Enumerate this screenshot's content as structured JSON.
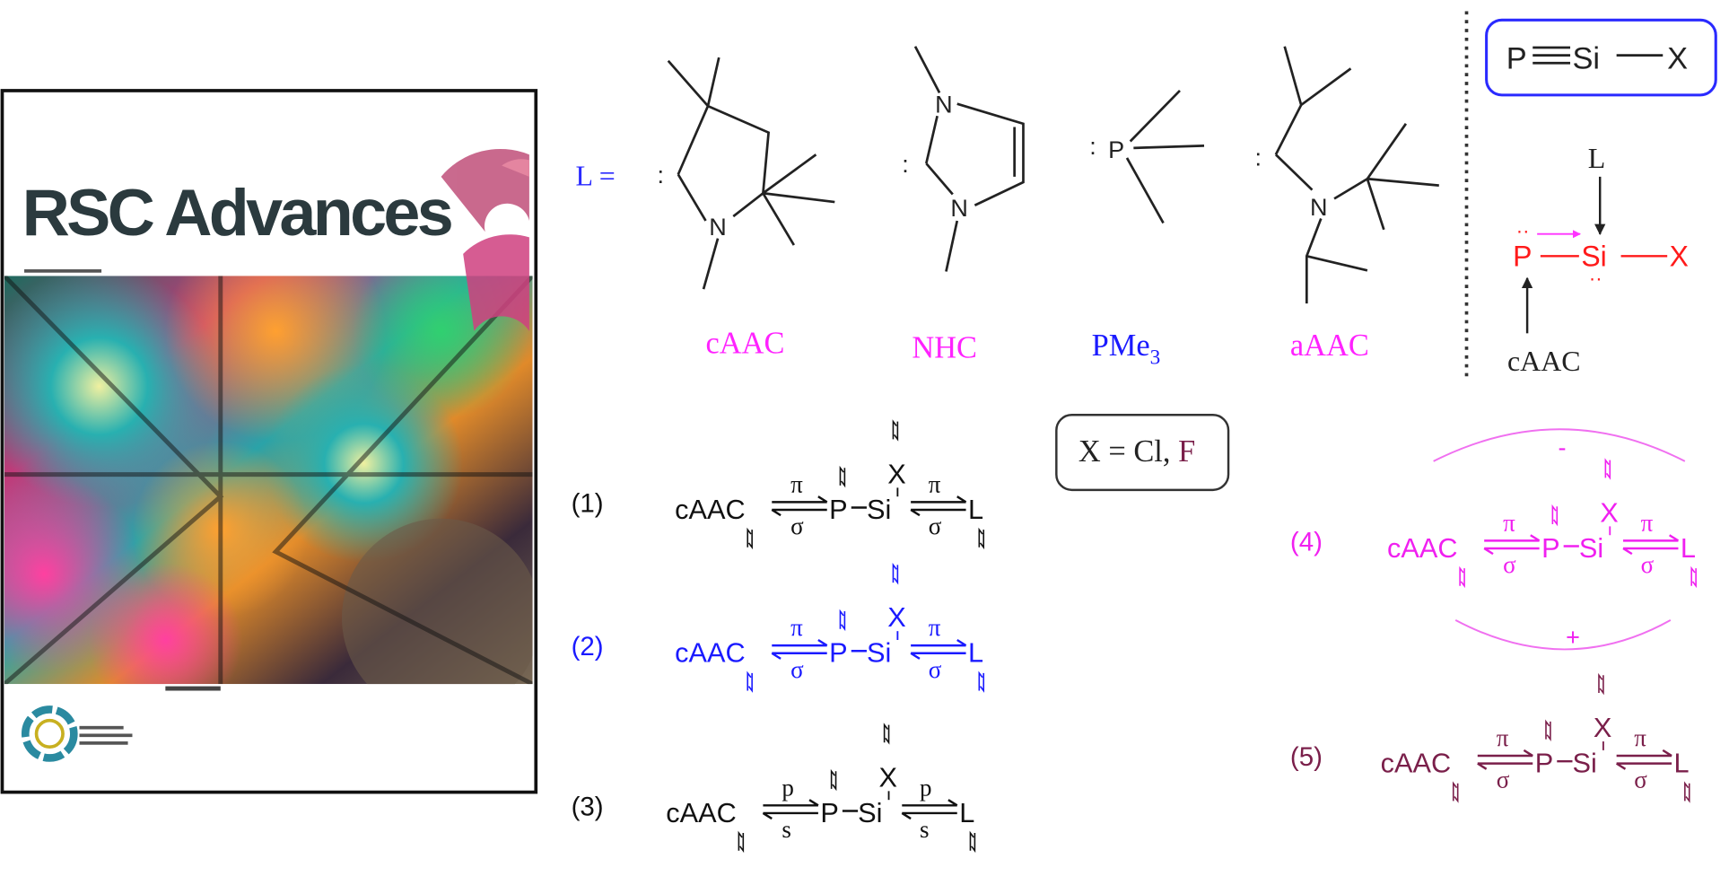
{
  "cover": {
    "journal_title": "RSC Advances",
    "accent_color": "#c2185b",
    "title_color": "#2b3a3e"
  },
  "ligands": {
    "label": "L =",
    "items": [
      {
        "name": "cAAC",
        "color": "#ff22ff"
      },
      {
        "name": "NHC",
        "color": "#ff22ff"
      },
      {
        "name": "PMe",
        "sub": "3",
        "color": "#1a1aff"
      },
      {
        "name": "aAAC",
        "color": "#ff22ff"
      }
    ]
  },
  "silylyne_box": {
    "p": "P",
    "si": "Si",
    "x": "X",
    "border_color": "#2a2aff"
  },
  "donor_model": {
    "l": "L",
    "p": "P",
    "si": "Si",
    "x": "X",
    "donor": "cAAC",
    "color": "#ff1a1a"
  },
  "x_box": {
    "text": "X = Cl,",
    "f": "F",
    "f_color": "#7a1f4a"
  },
  "schemes": [
    {
      "number": "(1)",
      "ligand": "cAAC",
      "pi": "π",
      "sigma": "σ",
      "p": "P",
      "si": "Si",
      "x": "X",
      "l": "L",
      "color": "#111111"
    },
    {
      "number": "(2)",
      "ligand": "cAAC",
      "pi": "π",
      "sigma": "σ",
      "p": "P",
      "si": "Si",
      "x": "X",
      "l": "L",
      "color": "#1a1aff"
    },
    {
      "number": "(3)",
      "ligand": "cAAC",
      "pi": "p",
      "sigma": "s",
      "p": "P",
      "si": "Si",
      "x": "X",
      "l": "L",
      "color": "#111111"
    },
    {
      "number": "(4)",
      "ligand": "cAAC",
      "pi": "π",
      "sigma": "σ",
      "p": "P",
      "si": "Si",
      "x": "X",
      "l": "L",
      "color": "#f020f0",
      "minus": "-",
      "plus": "+"
    },
    {
      "number": "(5)",
      "ligand": "cAAC",
      "pi": "π",
      "sigma": "σ",
      "p": "P",
      "si": "Si",
      "x": "X",
      "l": "L",
      "color": "#7a1f4a"
    }
  ]
}
